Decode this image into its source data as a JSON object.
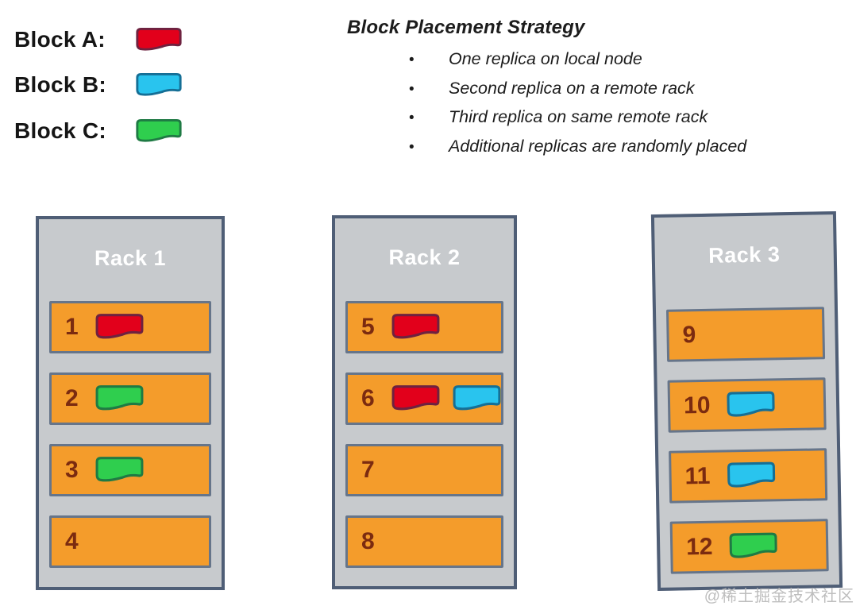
{
  "legend": {
    "items": [
      {
        "key": "A",
        "label": "Block A:"
      },
      {
        "key": "B",
        "label": "Block B:"
      },
      {
        "key": "C",
        "label": "Block C:"
      }
    ]
  },
  "blocks": {
    "A": {
      "name": "block-a",
      "fill": "#E2001B",
      "stroke": "#6E2240"
    },
    "B": {
      "name": "block-b",
      "fill": "#29C4EE",
      "stroke": "#156F96"
    },
    "C": {
      "name": "block-c",
      "fill": "#2FCE4E",
      "stroke": "#1F7A44"
    }
  },
  "strategy": {
    "title": "Block Placement Strategy",
    "bullet_icon": "•",
    "bullets": [
      "One replica on local node",
      "Second replica on a remote rack",
      "Third replica on same remote rack",
      "Additional replicas are randomly placed"
    ]
  },
  "racks": [
    {
      "title": "Rack 1",
      "nodes": [
        {
          "id": "1",
          "blocks": [
            "A"
          ]
        },
        {
          "id": "2",
          "blocks": [
            "C"
          ]
        },
        {
          "id": "3",
          "blocks": [
            "C"
          ]
        },
        {
          "id": "4",
          "blocks": []
        }
      ]
    },
    {
      "title": "Rack 2",
      "nodes": [
        {
          "id": "5",
          "blocks": [
            "A"
          ]
        },
        {
          "id": "6",
          "blocks": [
            "A",
            "B"
          ]
        },
        {
          "id": "7",
          "blocks": []
        },
        {
          "id": "8",
          "blocks": []
        }
      ]
    },
    {
      "title": "Rack 3",
      "nodes": [
        {
          "id": "9",
          "blocks": []
        },
        {
          "id": "10",
          "blocks": [
            "B"
          ]
        },
        {
          "id": "11",
          "blocks": [
            "B"
          ]
        },
        {
          "id": "12",
          "blocks": [
            "C"
          ]
        }
      ]
    }
  ],
  "watermark": "@稀土掘金技术社区",
  "colors": {
    "node_fill": "#F49C2B",
    "node_border": "#66758A",
    "rack_fill": "#C7CACD",
    "rack_border": "#4F5E76",
    "number_color": "#7B2B10"
  }
}
